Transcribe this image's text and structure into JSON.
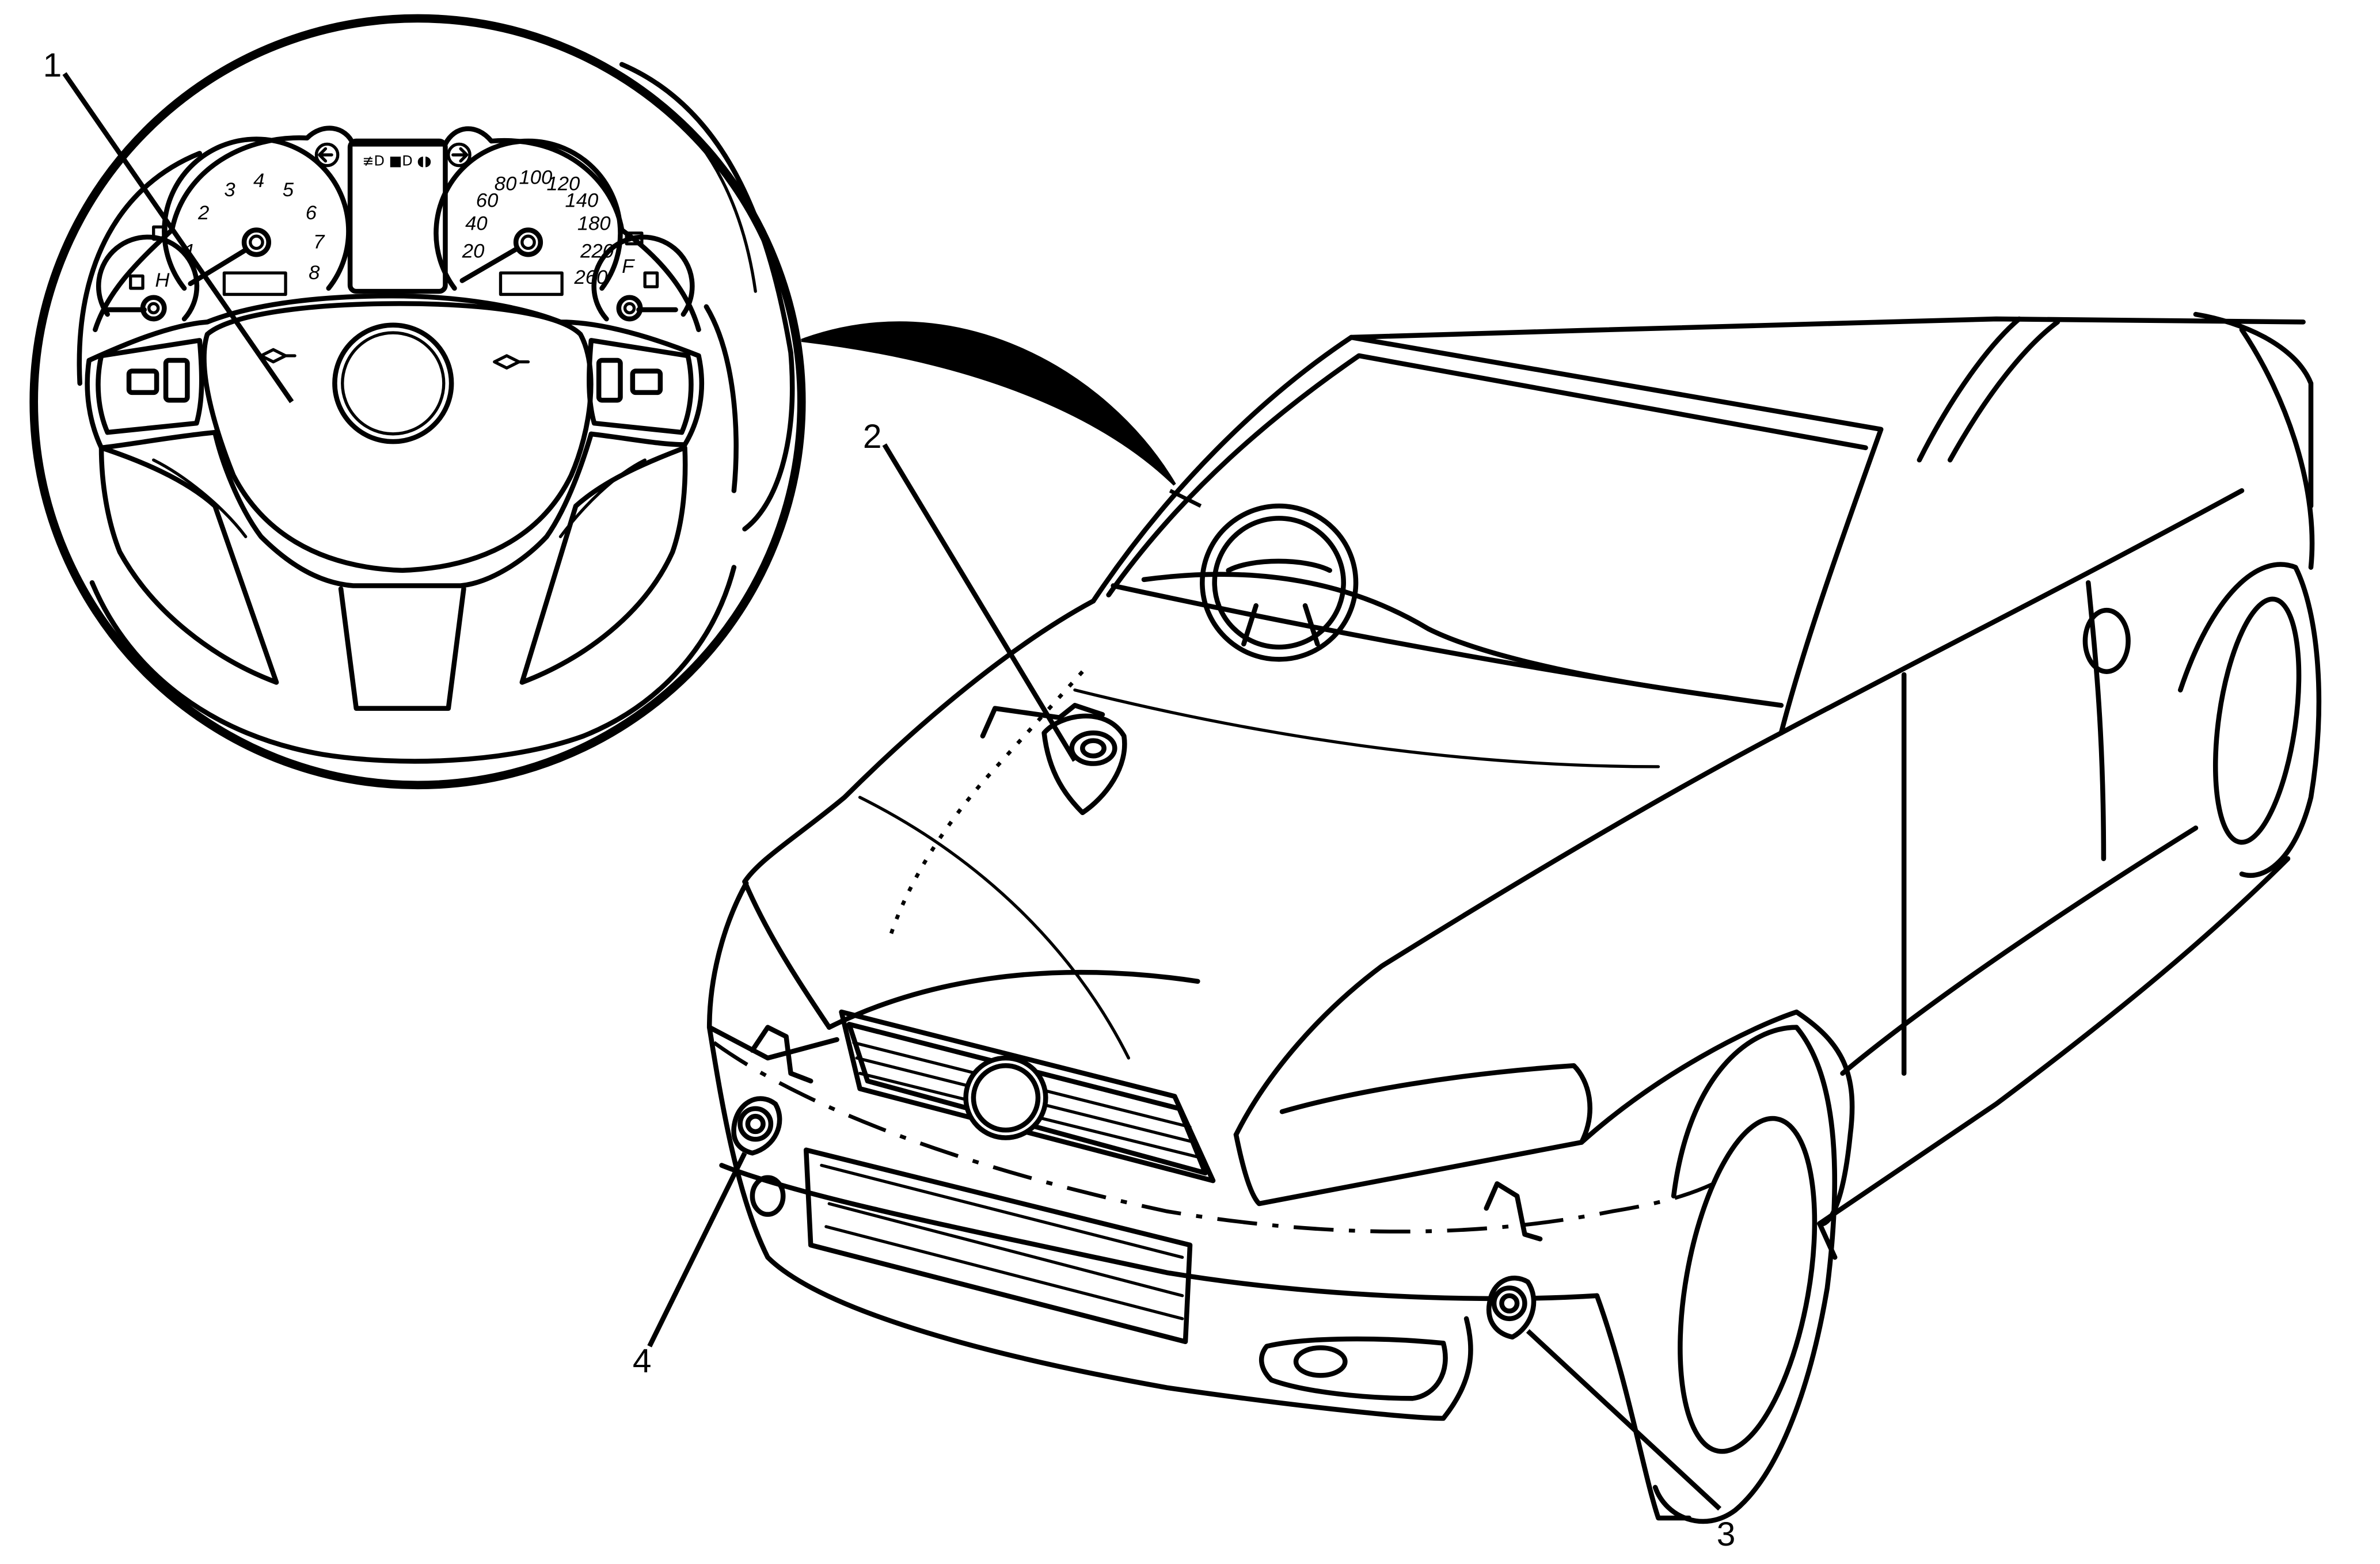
{
  "callouts": [
    {
      "id": "1",
      "label": "1",
      "target": "steering-wheel-horn-pad"
    },
    {
      "id": "2",
      "label": "2",
      "target": "horn-under-hood"
    },
    {
      "id": "3",
      "label": "3",
      "target": "horn-right-front"
    },
    {
      "id": "4",
      "label": "4",
      "target": "horn-left-front"
    }
  ],
  "speedometer_ticks": [
    "20",
    "40",
    "60",
    "80",
    "100",
    "120",
    "140",
    "180",
    "220",
    "260"
  ],
  "tachometer_ticks": [
    "1",
    "2",
    "3",
    "4",
    "5",
    "6",
    "7",
    "8"
  ],
  "temp_gauge_label": "H",
  "fuel_gauge_label": "F"
}
